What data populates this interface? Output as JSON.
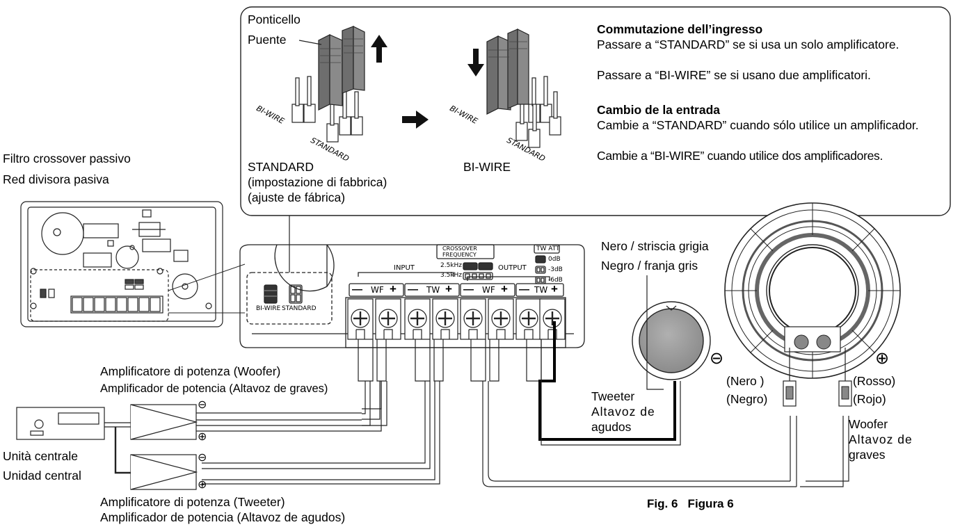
{
  "callout": {
    "ponticello": "Ponticello",
    "puente": "Puente",
    "bi_wire_pin": "BI-WIRE",
    "standard_pin": "STANDARD",
    "standard_title": "STANDARD",
    "standard_it": "(impostazione di fabbrica)",
    "standard_es": "(ajuste de fábrica)",
    "biwire_title": "BI-WIRE",
    "it_heading": "Commutazione dell’ingresso",
    "it_line1": "Passare a “STANDARD” se si usa un solo amplificatore.",
    "it_line2": "Passare a “BI-WIRE” se si usano due amplificatori.",
    "es_heading": "Cambio de la entrada",
    "es_line1": "Cambie a “STANDARD” cuando sólo utilice un amplificador.",
    "es_line2": "Cambie a “BI-WIRE” cuando utilice dos amplificadores."
  },
  "crossover": {
    "label_it": "Filtro crossover passivo",
    "label_es": "Red divisora pasiva",
    "mini_biwire": "BI-WIRE",
    "mini_standard": "STANDARD",
    "crossover_frequency": [
      "CROSSOVER",
      "FREQUENCY"
    ],
    "freq_25": "2.5kHz",
    "freq_35": "3.5kHz",
    "input": "INPUT",
    "output": "OUTPUT",
    "tw_att": "TW ATT",
    "att_0": "0dB",
    "att_3": "-3dB",
    "att_6": "-6dB",
    "terminals": [
      {
        "minus": "—",
        "label": "WF",
        "plus": "+"
      },
      {
        "minus": "—",
        "label": "TW",
        "plus": "+"
      },
      {
        "minus": "—",
        "label": "WF",
        "plus": "+"
      },
      {
        "minus": "—",
        "label": "TW",
        "plus": "+"
      }
    ]
  },
  "tweeter": {
    "wire_it": "Nero / striscia grigia",
    "wire_es": "Negro / franja gris",
    "label": [
      "Tweeter",
      "Altavoz de",
      "agudos"
    ]
  },
  "woofer": {
    "minus_it": "(Nero )",
    "minus_es": "(Negro)",
    "plus_it": "(Rosso)",
    "plus_es": "(Rojo)",
    "minus_symbol": "⊖",
    "plus_symbol": "⊕",
    "label": [
      "Woofer",
      "Altavoz de",
      "graves"
    ]
  },
  "amps": {
    "woofer_it": "Amplificatore di potenza (Woofer)",
    "woofer_es": "Amplificador de potencia (Altavoz de graves)",
    "tweeter_it": "Amplificatore di potenza (Tweeter)",
    "tweeter_es": "Amplificador de potencia (Altavoz de agudos)",
    "minus_symbol": "⊖",
    "plus_symbol": "⊕"
  },
  "head_unit": {
    "it": "Unità centrale",
    "es": "Unidad central"
  },
  "figure": {
    "caption": "Fig. 6   Figura 6"
  }
}
